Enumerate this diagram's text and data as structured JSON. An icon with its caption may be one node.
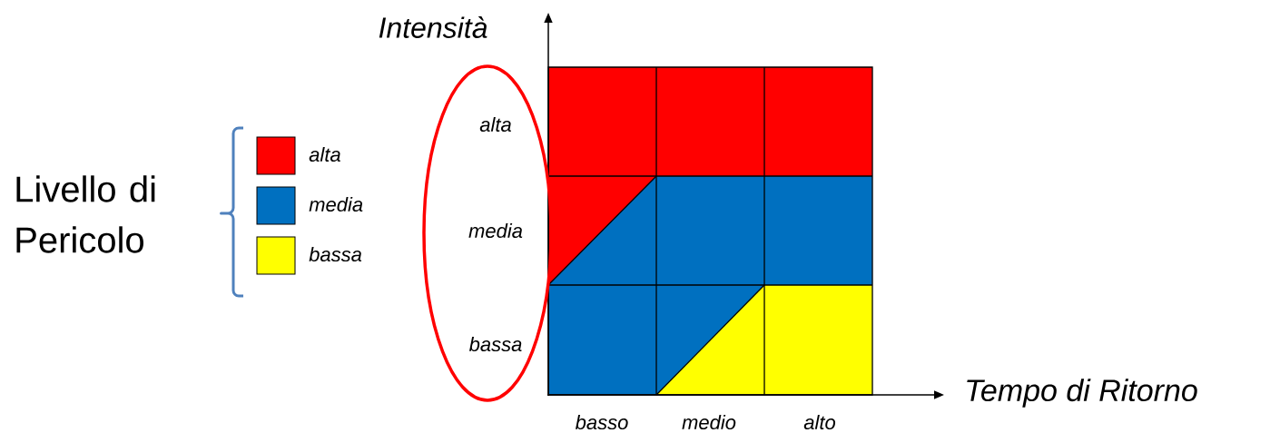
{
  "diagram": {
    "nodes": [
      {
        "text": [
          "alta",
          "media",
          "bassa"
        ]
      }
    ],
    "edges": [],
    "labels": [
      "Intensità",
      "Livello di Pericolo",
      "Tempo di Ritorno",
      "basso",
      "medio",
      "alto"
    ],
    "legend": [
      {
        "text": "alta",
        "color": "#ff0000"
      },
      {
        "text": "media",
        "color": "#0070c0"
      },
      {
        "text": "bassa",
        "color": "#ffff00"
      }
    ]
  }
}
